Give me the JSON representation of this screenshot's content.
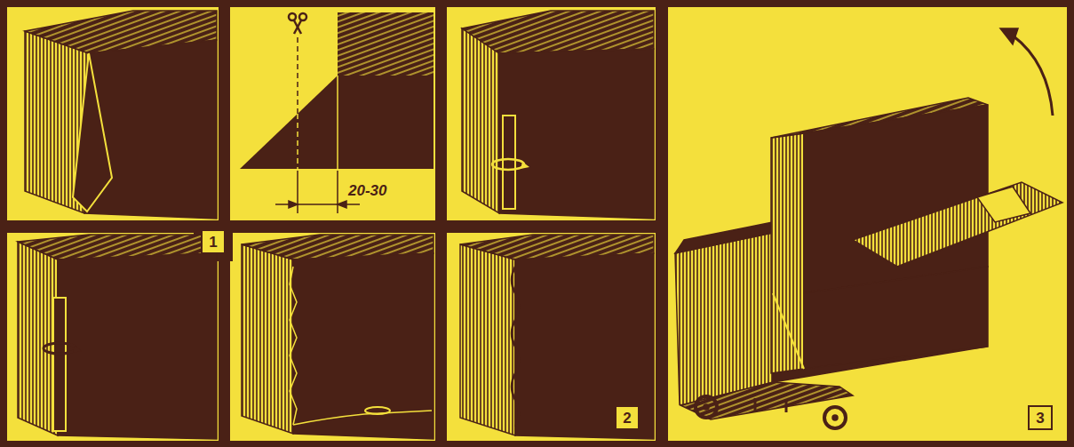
{
  "diagram": {
    "nodes": [
      {
        "text": [
          "1"
        ]
      },
      {
        "text": [
          "2"
        ]
      },
      {
        "text": [
          "3"
        ]
      }
    ],
    "labels": [
      "20-30"
    ]
  }
}
